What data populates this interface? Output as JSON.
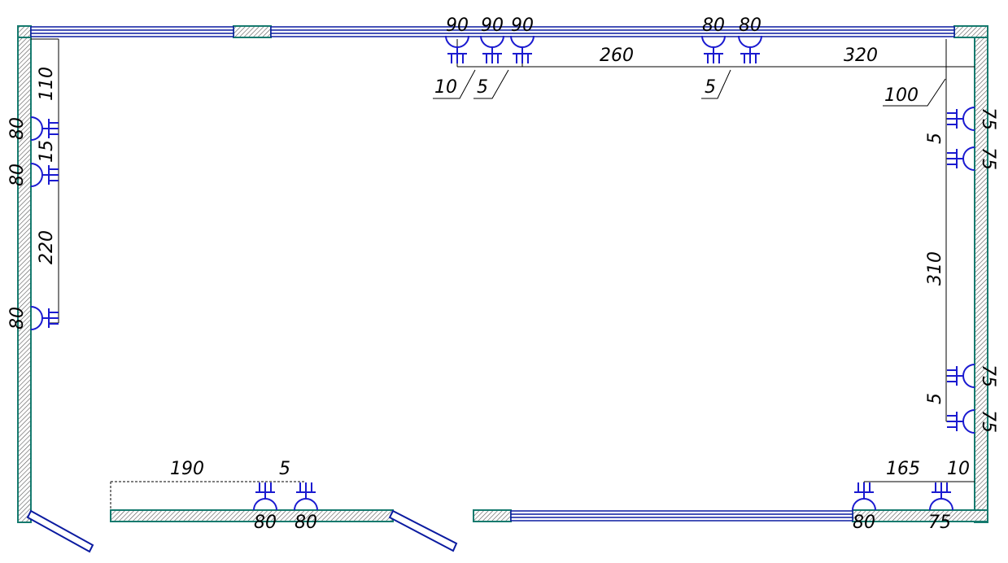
{
  "colors": {
    "wall_outline": "#157a6e",
    "window": "#0a1aa0",
    "socket": "#1a1ad0",
    "dimension": "#000000"
  },
  "top_dims": {
    "d90a": "90",
    "d90b": "90",
    "d90c": "90",
    "d80a": "80",
    "d80b": "80",
    "d260": "260",
    "d320": "320",
    "d10": "10",
    "d5a": "5",
    "d5b": "5",
    "d100": "100"
  },
  "left_dims": {
    "d110": "110",
    "d80a": "80",
    "d15": "15",
    "d80b": "80",
    "d220": "220",
    "d80c": "80"
  },
  "right_dims": {
    "d75a": "75",
    "d75b": "75",
    "d5a": "5",
    "d310": "310",
    "d75c": "75",
    "d5b": "5",
    "d75d": "75"
  },
  "bottom_dims": {
    "d190": "190",
    "d5": "5",
    "d80a": "80",
    "d80b": "80",
    "d165": "165",
    "d10": "10",
    "d80c": "80",
    "d75": "75"
  }
}
